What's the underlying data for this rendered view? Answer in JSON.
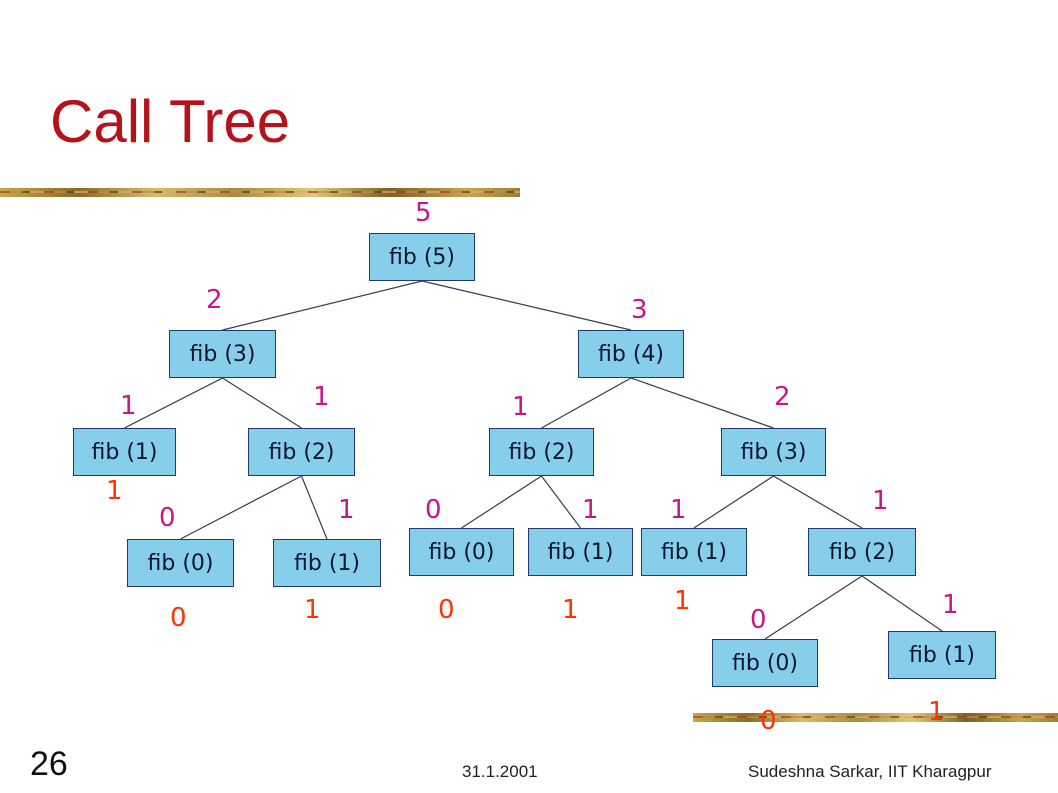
{
  "title": "Call Tree",
  "slide_number": "26",
  "footer": {
    "date": "31.1.2001",
    "author": "Sudeshna Sarkar, IIT Kharagpur"
  },
  "colors": {
    "title": "#b5121b",
    "node_fill": "#87ceeb",
    "return_label": "#c8158a",
    "value_label": "#ff3300"
  },
  "nodes": [
    {
      "id": "n1",
      "label": "fib (5)",
      "parent": null
    },
    {
      "id": "n2",
      "label": "fib (3)",
      "parent": "n1"
    },
    {
      "id": "n3",
      "label": "fib (4)",
      "parent": "n1"
    },
    {
      "id": "n4",
      "label": "fib (1)",
      "parent": "n2"
    },
    {
      "id": "n5",
      "label": "fib (2)",
      "parent": "n2"
    },
    {
      "id": "n6",
      "label": "fib (0)",
      "parent": "n5"
    },
    {
      "id": "n7",
      "label": "fib (1)",
      "parent": "n5"
    },
    {
      "id": "n8",
      "label": "fib (2)",
      "parent": "n3"
    },
    {
      "id": "n9",
      "label": "fib (3)",
      "parent": "n3"
    },
    {
      "id": "n10",
      "label": "fib (0)",
      "parent": "n8"
    },
    {
      "id": "n11",
      "label": "fib (1)",
      "parent": "n8"
    },
    {
      "id": "n12",
      "label": "fib (1)",
      "parent": "n9"
    },
    {
      "id": "n13",
      "label": "fib (2)",
      "parent": "n9"
    },
    {
      "id": "n14",
      "label": "fib (0)",
      "parent": "n13"
    },
    {
      "id": "n15",
      "label": "fib (1)",
      "parent": "n13"
    }
  ],
  "return_labels": [
    {
      "id": "r1",
      "text": "5",
      "node": "n1"
    },
    {
      "id": "r2",
      "text": "2",
      "node": "n2"
    },
    {
      "id": "r3",
      "text": "3",
      "node": "n3"
    },
    {
      "id": "r4",
      "text": "1",
      "node": "n4"
    },
    {
      "id": "r5",
      "text": "1",
      "node": "n5"
    },
    {
      "id": "r6",
      "text": "0",
      "node": "n6"
    },
    {
      "id": "r7",
      "text": "1",
      "node": "n7"
    },
    {
      "id": "r8",
      "text": "1",
      "node": "n8"
    },
    {
      "id": "r9",
      "text": "2",
      "node": "n9"
    },
    {
      "id": "r10",
      "text": "0",
      "node": "n10"
    },
    {
      "id": "r11",
      "text": "1",
      "node": "n11"
    },
    {
      "id": "r12",
      "text": "1",
      "node": "n12"
    },
    {
      "id": "r13",
      "text": "1",
      "node": "n13"
    },
    {
      "id": "r14",
      "text": "0",
      "node": "n14"
    },
    {
      "id": "r15",
      "text": "1",
      "node": "n15"
    }
  ],
  "value_labels": [
    {
      "id": "v1",
      "text": "1",
      "node": "n4"
    },
    {
      "id": "v2",
      "text": "0",
      "node": "n6"
    },
    {
      "id": "v3",
      "text": "1",
      "node": "n7"
    },
    {
      "id": "v4",
      "text": "0",
      "node": "n10"
    },
    {
      "id": "v5",
      "text": "1",
      "node": "n11"
    },
    {
      "id": "v6",
      "text": "1",
      "node": "n12"
    },
    {
      "id": "v7",
      "text": "0",
      "node": "n14"
    },
    {
      "id": "v8",
      "text": "1",
      "node": "n15"
    }
  ]
}
